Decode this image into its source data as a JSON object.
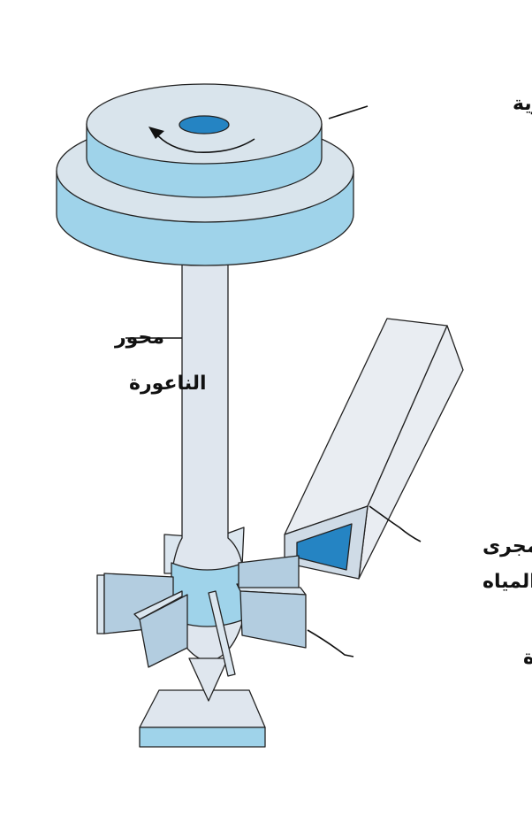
{
  "labels": {
    "millstone": "طاحون حجرية",
    "axle_line1": "محور",
    "axle_line2": "الناعورة",
    "channel_line1": "مجرى",
    "channel_line2": "المياه",
    "paddles": "مجاديف الناعورة"
  },
  "colors": {
    "top_face": "#d9e4ec",
    "side_face": "#9fd3ea",
    "hub": "#2584c3",
    "shaft": "#dfe6ee",
    "paddle_front": "#b3cde0",
    "paddle_side": "#dbe6ef",
    "channel_face": "#e9edf2",
    "channel_water": "#2584c3",
    "outline": "#222222"
  }
}
